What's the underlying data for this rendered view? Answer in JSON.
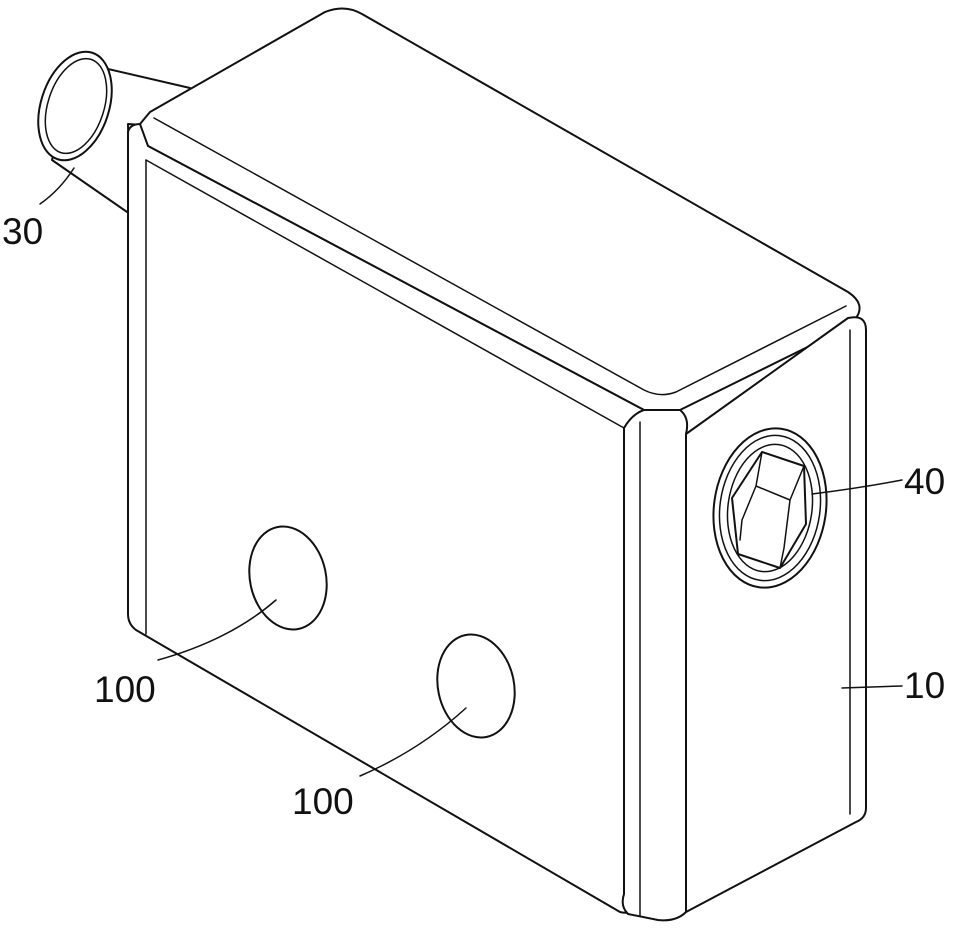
{
  "figure": {
    "labels": {
      "shaft": "30",
      "screw": "40",
      "body": "10",
      "hole_upper": "100",
      "hole_lower": "100"
    }
  },
  "colors": {
    "line": "#111111",
    "background": "#ffffff"
  }
}
